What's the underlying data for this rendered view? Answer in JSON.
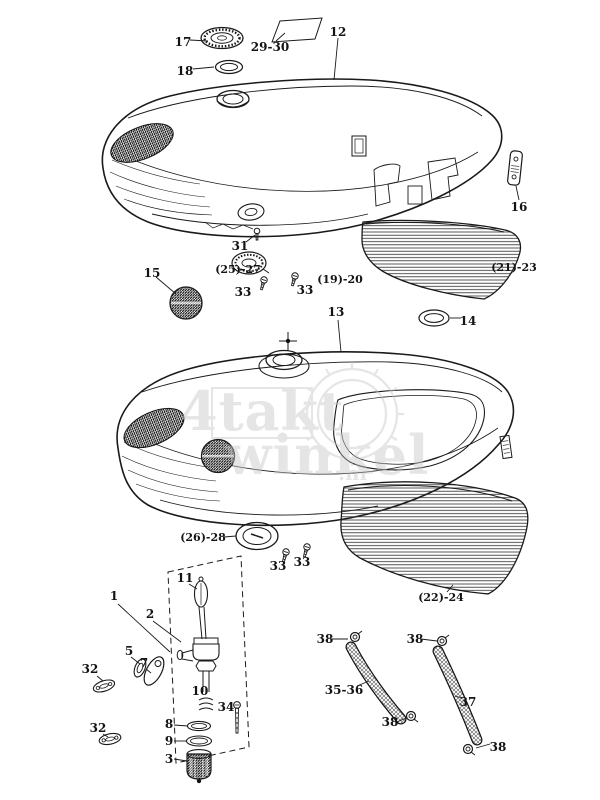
{
  "colors": {
    "ink": "#1a1a1a",
    "watermark": "#c6c6c6",
    "background": "#ffffff"
  },
  "watermark": {
    "word1": "4takt",
    "word2": "winkel",
    "suffix": ".nl"
  },
  "labels": [
    {
      "text": "17"
    },
    {
      "text": "29-30"
    },
    {
      "text": "12"
    },
    {
      "text": "18"
    },
    {
      "text": "16"
    },
    {
      "text": "31"
    },
    {
      "text": "(25)-27"
    },
    {
      "text": "33"
    },
    {
      "text": "33"
    },
    {
      "text": "(19)-20"
    },
    {
      "text": "15"
    },
    {
      "text": "(21)-23"
    },
    {
      "text": "14"
    },
    {
      "text": "13"
    },
    {
      "text": "(26)-28"
    },
    {
      "text": "33"
    },
    {
      "text": "33"
    },
    {
      "text": "(22)-24"
    },
    {
      "text": "11"
    },
    {
      "text": "1"
    },
    {
      "text": "2"
    },
    {
      "text": "5"
    },
    {
      "text": "7"
    },
    {
      "text": "32"
    },
    {
      "text": "10"
    },
    {
      "text": "34"
    },
    {
      "text": "8"
    },
    {
      "text": "9"
    },
    {
      "text": "3"
    },
    {
      "text": "32"
    },
    {
      "text": "38"
    },
    {
      "text": "38"
    },
    {
      "text": "35-36"
    },
    {
      "text": "37"
    },
    {
      "text": "38"
    },
    {
      "text": "38"
    }
  ]
}
